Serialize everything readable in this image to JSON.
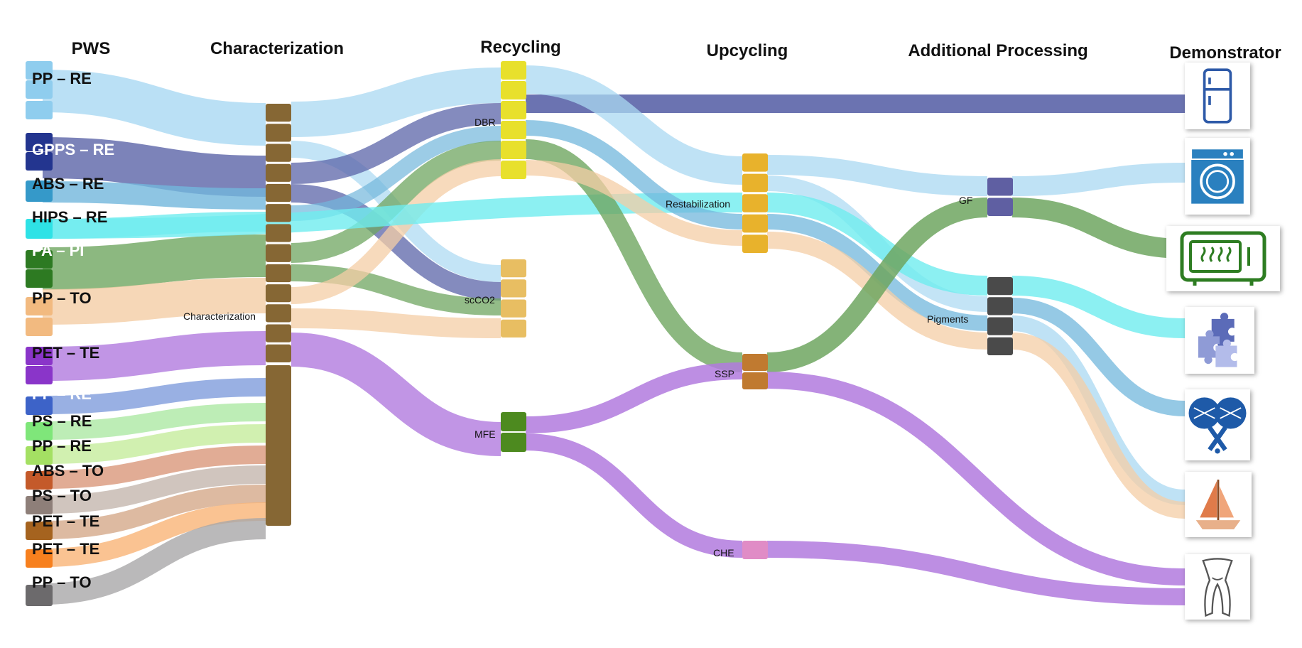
{
  "headers": [
    "PWS",
    "Characterization",
    "Recycling",
    "Upcycling",
    "Additional Processing",
    "Demonstrator"
  ],
  "sources": [
    {
      "id": "pp_re_1",
      "label": "PP – RE",
      "color": "#8fcdee",
      "flow": "#a9d8f2",
      "text": "#111111"
    },
    {
      "id": "gpps_re",
      "label": "GPPS – RE",
      "color": "#23358f",
      "flow": "#5b64a8",
      "text": "#ffffff"
    },
    {
      "id": "abs_re",
      "label": "ABS – RE",
      "color": "#3599c9",
      "flow": "#72b7dc",
      "text": "#111111"
    },
    {
      "id": "hips_re",
      "label": "HIPS – RE",
      "color": "#2ee2e6",
      "flow": "#6fecef",
      "text": "#111111"
    },
    {
      "id": "pa_pi",
      "label": "PA – PI",
      "color": "#2d7a22",
      "flow": "#6fa660",
      "text": "#ffffff"
    },
    {
      "id": "pp_to_1",
      "label": "PP – TO",
      "color": "#f2ba80",
      "flow": "#f4cda5",
      "text": "#111111"
    },
    {
      "id": "pet_te_1",
      "label": "PET – TE",
      "color": "#8a35c9",
      "flow": "#b27ade",
      "text": "#111111"
    },
    {
      "id": "pp_re_2",
      "label": "PP – RE",
      "color": "#3d63c8",
      "flow": "#7f9cdc",
      "text": "#ffffff"
    },
    {
      "id": "ps_re",
      "label": "PS – RE",
      "color": "#7fe67a",
      "flow": "#ade9a4",
      "text": "#111111"
    },
    {
      "id": "pp_re_3",
      "label": "PP – RE",
      "color": "#a4e063",
      "flow": "#c5ec9c",
      "text": "#111111"
    },
    {
      "id": "abs_to",
      "label": "ABS – TO",
      "color": "#c45a2a",
      "flow": "#d9977a",
      "text": "#111111"
    },
    {
      "id": "ps_to",
      "label": "PS – TO",
      "color": "#8e7f79",
      "flow": "#c4b6ae",
      "text": "#111111"
    },
    {
      "id": "pet_te_2",
      "label": "PET – TE",
      "color": "#a5631f",
      "flow": "#d4a98a",
      "text": "#111111"
    },
    {
      "id": "pet_te_3",
      "label": "PET – TE",
      "color": "#f7801e",
      "flow": "#f9b477",
      "text": "#111111"
    },
    {
      "id": "pp_to_2",
      "label": "PP – TO",
      "color": "#6c6a6c",
      "flow": "#a9a7a9",
      "text": "#111111"
    }
  ],
  "nodes": {
    "characterization": {
      "label": "Characterization",
      "color": "#866734"
    },
    "dbr": {
      "label": "DBR",
      "color": "#e8e02c"
    },
    "scco2": {
      "label": "scCO2",
      "color": "#e8be62"
    },
    "mfe": {
      "label": "MFE",
      "color": "#4d8a1f"
    },
    "restabilization": {
      "label": "Restabilization",
      "color": "#e8b22c"
    },
    "ssp": {
      "label": "SSP",
      "color": "#c07a30"
    },
    "che": {
      "label": "CHE",
      "color": "#e08cc6"
    },
    "gf": {
      "label": "GF",
      "color": "#5f5fa2"
    },
    "pigments": {
      "label": "Pigments",
      "color": "#4a4a4a"
    }
  },
  "demonstrators": [
    {
      "id": "fridge",
      "icon": "fridge-icon"
    },
    {
      "id": "washer",
      "icon": "washing-machine-icon"
    },
    {
      "id": "microwave",
      "icon": "microwave-icon"
    },
    {
      "id": "puzzle",
      "icon": "puzzle-icon"
    },
    {
      "id": "rackets",
      "icon": "paddle-rackets-icon"
    },
    {
      "id": "boat",
      "icon": "sailboat-icon"
    },
    {
      "id": "scarf",
      "icon": "scarf-icon"
    }
  ]
}
